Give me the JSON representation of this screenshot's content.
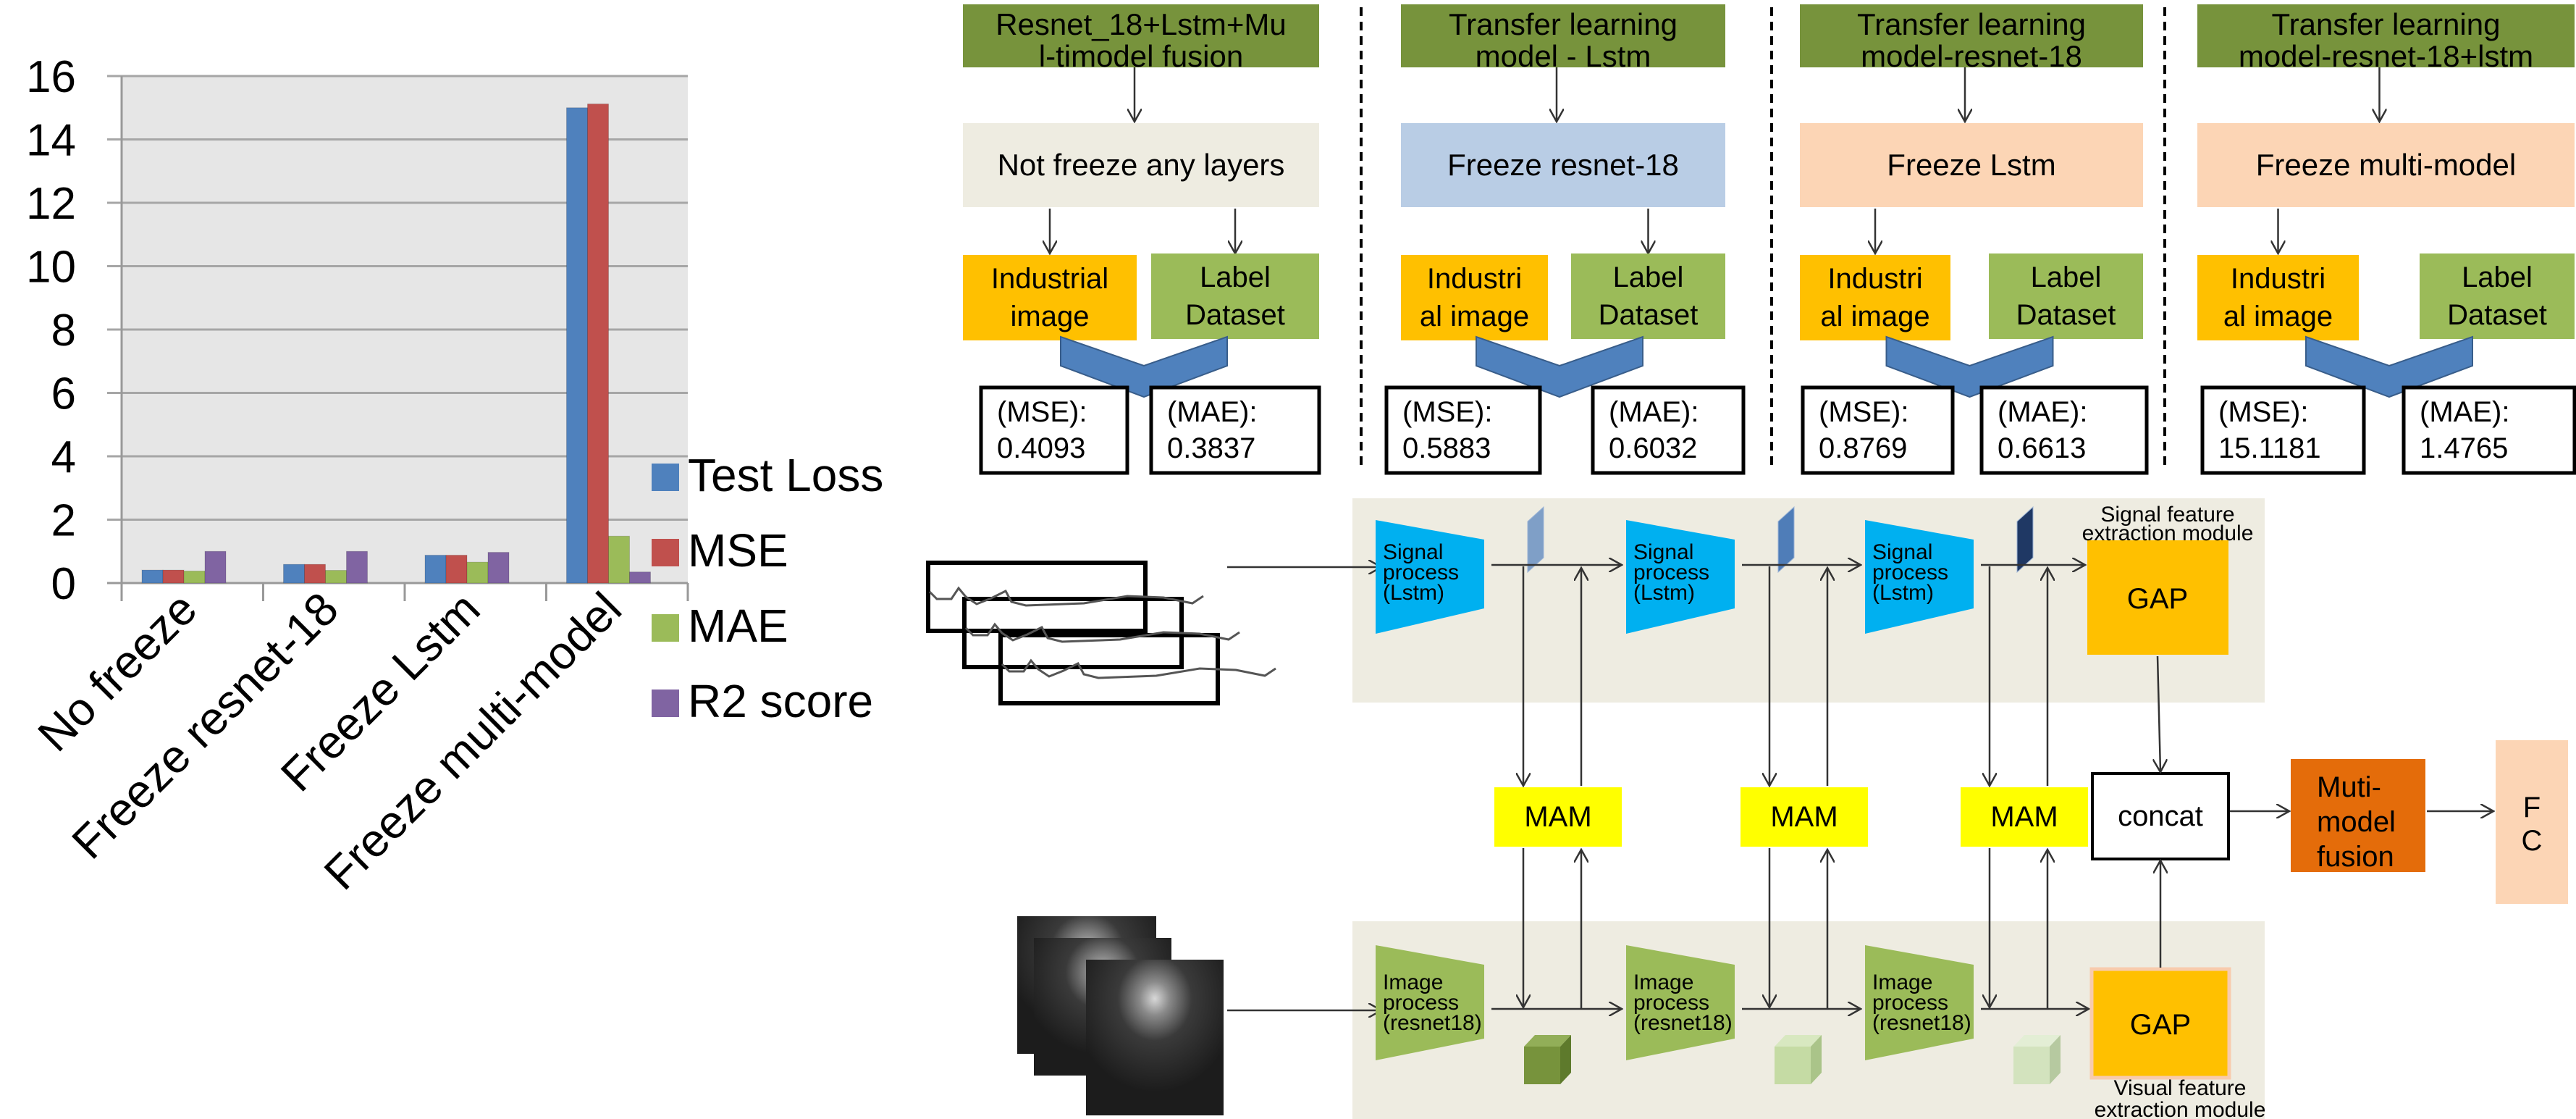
{
  "chart_data": {
    "type": "bar",
    "title": "",
    "xlabel": "",
    "ylabel": "",
    "ylim": [
      0,
      16
    ],
    "yticks": [
      "0",
      "2",
      "4",
      "6",
      "8",
      "10",
      "12",
      "14",
      "16"
    ],
    "grid": true,
    "legend_position": "right",
    "categories": [
      "No freeze",
      "Freeze resnet-18",
      "Freeze Lstm",
      "Freeze multi-model"
    ],
    "series": [
      {
        "name": "Test Loss",
        "color": "#4F81BD",
        "values": [
          0.41,
          0.59,
          0.88,
          15.0
        ]
      },
      {
        "name": "MSE",
        "color": "#C0504D",
        "values": [
          0.41,
          0.59,
          0.88,
          15.12
        ]
      },
      {
        "name": "MAE",
        "color": "#9BBB59",
        "values": [
          0.38,
          0.4,
          0.66,
          1.48
        ]
      },
      {
        "name": "R2 score",
        "color": "#8064A2",
        "values": [
          1.0,
          1.0,
          0.97,
          0.35
        ]
      }
    ]
  },
  "flow": {
    "columns": [
      {
        "title_lines": [
          "Resnet_18+Lstm+Mu",
          "l-timodel fusion"
        ],
        "strategy": "Not freeze any layers",
        "strategy_color": "#EEECE1",
        "input_image_lines": [
          "Industrial",
          "image"
        ],
        "input_label_lines": [
          "Label",
          "Dataset"
        ],
        "mse_label": "(MSE):",
        "mse_value": "0.4093",
        "mae_label": "(MAE):",
        "mae_value": "0.3837"
      },
      {
        "title_lines": [
          "Transfer learning",
          "model - Lstm"
        ],
        "strategy": "Freeze resnet-18",
        "strategy_color": "#B9CDE5",
        "input_image_lines": [
          "Industri",
          "al image"
        ],
        "input_label_lines": [
          "Label",
          "Dataset"
        ],
        "mse_label": "(MSE):",
        "mse_value": "0.5883",
        "mae_label": "(MAE):",
        "mae_value": "0.6032"
      },
      {
        "title_lines": [
          "Transfer learning",
          "model-resnet-18"
        ],
        "strategy": "Freeze Lstm",
        "strategy_color": "#FCD5B5",
        "input_image_lines": [
          "Industri",
          "al image"
        ],
        "input_label_lines": [
          "Label",
          "Dataset"
        ],
        "mse_label": "(MSE):",
        "mse_value": "0.8769",
        "mae_label": "(MAE):",
        "mae_value": "0.6613"
      },
      {
        "title_lines": [
          "Transfer learning",
          "model-resnet-18+lstm"
        ],
        "strategy": "Freeze multi-model",
        "strategy_color": "#FCD5B5",
        "input_image_lines": [
          "Industri",
          "al image"
        ],
        "input_label_lines": [
          "Label",
          "Dataset"
        ],
        "mse_label": "(MSE):",
        "mse_value": "15.1181",
        "mae_label": "(MAE):",
        "mae_value": "1.4765"
      }
    ]
  },
  "architecture": {
    "signal_blocks": [
      [
        "Signal",
        "process",
        "(Lstm)"
      ],
      [
        "Signal",
        "process",
        "(Lstm)"
      ],
      [
        "Signal",
        "process",
        "(Lstm)"
      ]
    ],
    "image_blocks": [
      [
        "Image",
        "process",
        "(resnet18)"
      ],
      [
        "Image",
        "process",
        "(resnet18)"
      ],
      [
        "Image",
        "process",
        "(resnet18)"
      ]
    ],
    "mam_label": "MAM",
    "gap_label": "GAP",
    "concat_label": "concat",
    "fusion_lines": [
      "Muti-",
      "model",
      "fusion"
    ],
    "fc_lines": [
      "F",
      "C"
    ],
    "signal_module_lines": [
      "Signal feature",
      "extraction module"
    ],
    "visual_module_lines": [
      "Visual feature",
      "extraction module"
    ]
  }
}
